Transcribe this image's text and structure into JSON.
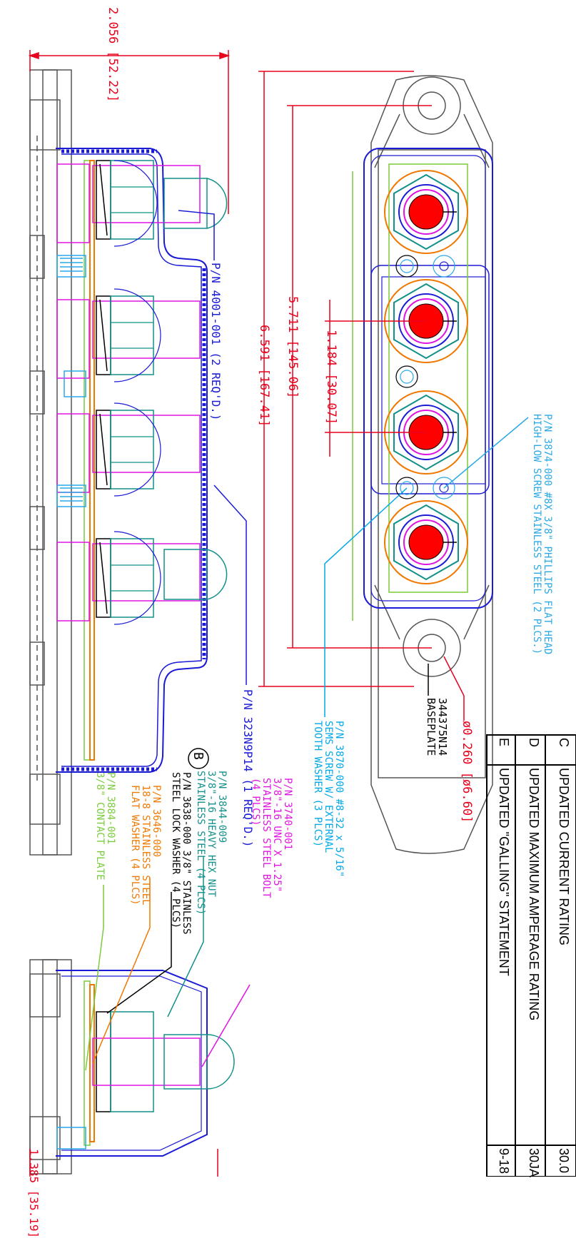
{
  "dimensions": {
    "overall_height": "2.056 [52.22]",
    "overall_length": "6.591 [167.41]",
    "hole_spacing": "5.711 [145.06]",
    "stud_pitch": "1.184 [30.07]",
    "hole_diameter": "ø0.260 [ø6.60]",
    "end_height": "1.385 [35.19]"
  },
  "callouts": {
    "cover_boot": "P/N 4001-001 (2 REQ'D.)",
    "cover": "P/N 323N9P14 (1 REQ'D.)",
    "screw_line1": "P/N 3874-000 #8X 3/8\" PHILLIPS FLAT HEAD",
    "screw_line2": "HIGH-LOW SCREW STAINLESS STEEL (2 PLCS.)",
    "baseplate_line1": "344375N14",
    "baseplate_line2": "BASEPLATE",
    "sems_line1": "P/N 3870-000 #8-32 x 5/16\"",
    "sems_line2": "SEMS SCREW W/ EXTERNAL",
    "sems_line3": "TOOTH WASHER (3 PLCS)",
    "bolt_line1": "P/N 3740-001",
    "bolt_line2": "3/8\"-16 UNC X 1.25\"",
    "bolt_line3": "STAINLESS STEEL BOLT",
    "bolt_line4": "(4 PLCS)",
    "nut_line1": "P/N 3844-009",
    "nut_line2": "3/8\"-16 HEAVY HEX NUT",
    "nut_line3": "STAINLESS STEEL (4 PLCS)",
    "lock_line1": "P/N 3638-000 3/8\" STAINLESS",
    "lock_line2": "STEEL LOCK WASHER (4 PLCS)",
    "flat_line1": "P/N 3646-000",
    "flat_line2": "18-8 STAINLESS STEEL",
    "flat_line3": "FLAT WASHER (4 PLCS)",
    "plate_line1": "P/N 3884-001",
    "plate_line2": "3/8\" CONTACT PLATE",
    "detail_letter": "B"
  },
  "revisions": [
    {
      "rev": "C",
      "description": "UPDATED CURRENT RATING",
      "date": "30.0"
    },
    {
      "rev": "D",
      "description": "UPDATED MAXIMUM AMPERAGE RATING",
      "date": "30JA"
    },
    {
      "rev": "E",
      "description": "UPDATED \"GALLING\" STATEMENT",
      "date": "9-18"
    }
  ],
  "colors": {
    "dimension": "#e8001c",
    "cover": "#1b1bd6",
    "bolt": "#e014e0",
    "nut": "#12908a",
    "washer": "#f07800",
    "plate": "#7acc3c",
    "screw": "#2aa8e8",
    "lock": "#000000",
    "outline": "#555555"
  }
}
